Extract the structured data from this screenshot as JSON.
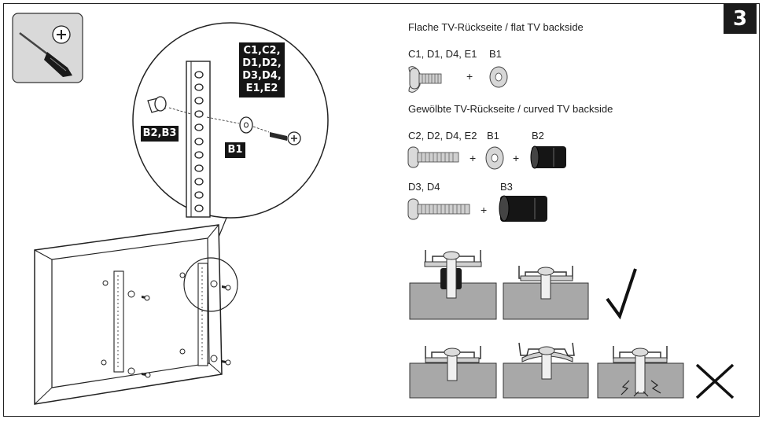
{
  "step_number": "3",
  "callouts": {
    "screws_lines": [
      "C1,C2,",
      "D1,D2,",
      "D3,D4,",
      "E1,E2"
    ],
    "spacers": "B2,B3",
    "washer": "B1"
  },
  "flat_section": {
    "title": "Flache TV-Rückseite / flat TV backside",
    "screw_label": "C1, D1, D4, E1",
    "washer_label": "B1",
    "plus": "+"
  },
  "curved_section": {
    "title": "Gewölbte TV-Rückseite / curved TV backside",
    "row1": {
      "screw_label": "C2, D2, D4, E2",
      "washer_label": "B1",
      "spacer_label": "B2",
      "plus": "+"
    },
    "row2": {
      "screw_label": "D3, D4",
      "spacer_label": "B3",
      "plus": "+"
    }
  },
  "icons": {
    "tool": "phillips-screwdriver-icon",
    "correct": "checkmark-icon",
    "wrong": "cross-icon"
  },
  "colors": {
    "label_bg": "#151515",
    "gray_fill": "#a8a8a8",
    "panel_fill": "#d9d9d9"
  }
}
